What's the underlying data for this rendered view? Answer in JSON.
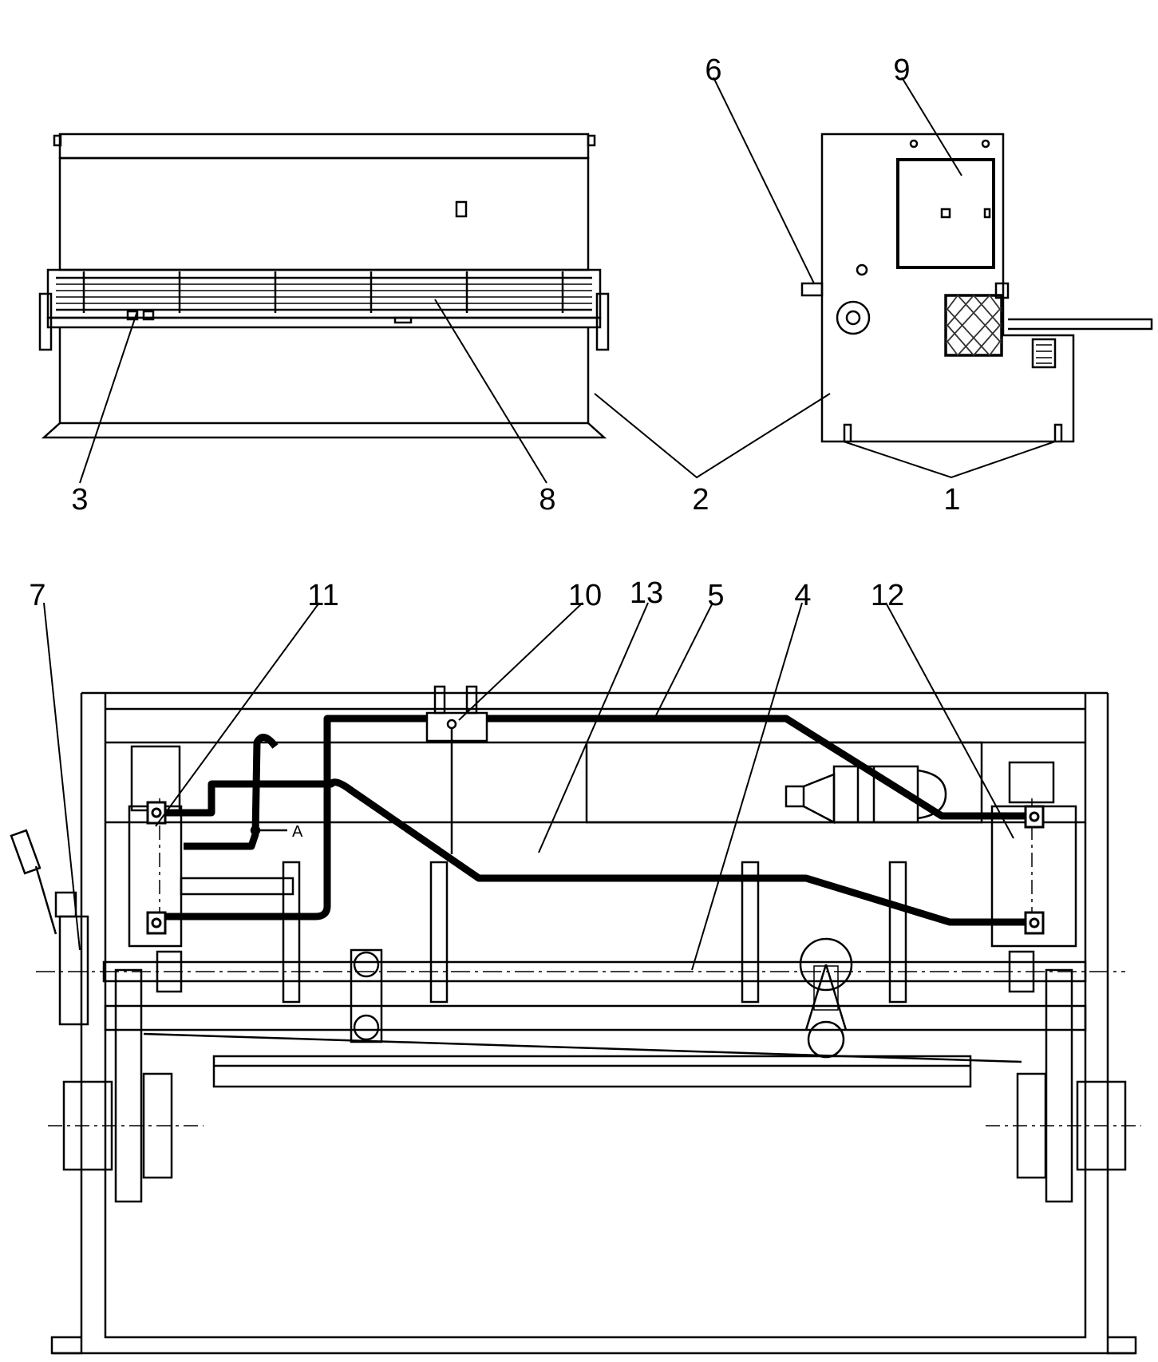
{
  "diagram": {
    "type": "technical-drawing",
    "colors": {
      "line": "#000000",
      "background": "#ffffff",
      "hatch": "#333333"
    },
    "callouts": {
      "c1": "1",
      "c2": "2",
      "c3": "3",
      "c4": "4",
      "c5": "5",
      "c6": "6",
      "c7": "7",
      "c8": "8",
      "c9": "9",
      "c10": "10",
      "c11": "11",
      "c12": "12",
      "c13": "13"
    },
    "section_marker": "A"
  }
}
